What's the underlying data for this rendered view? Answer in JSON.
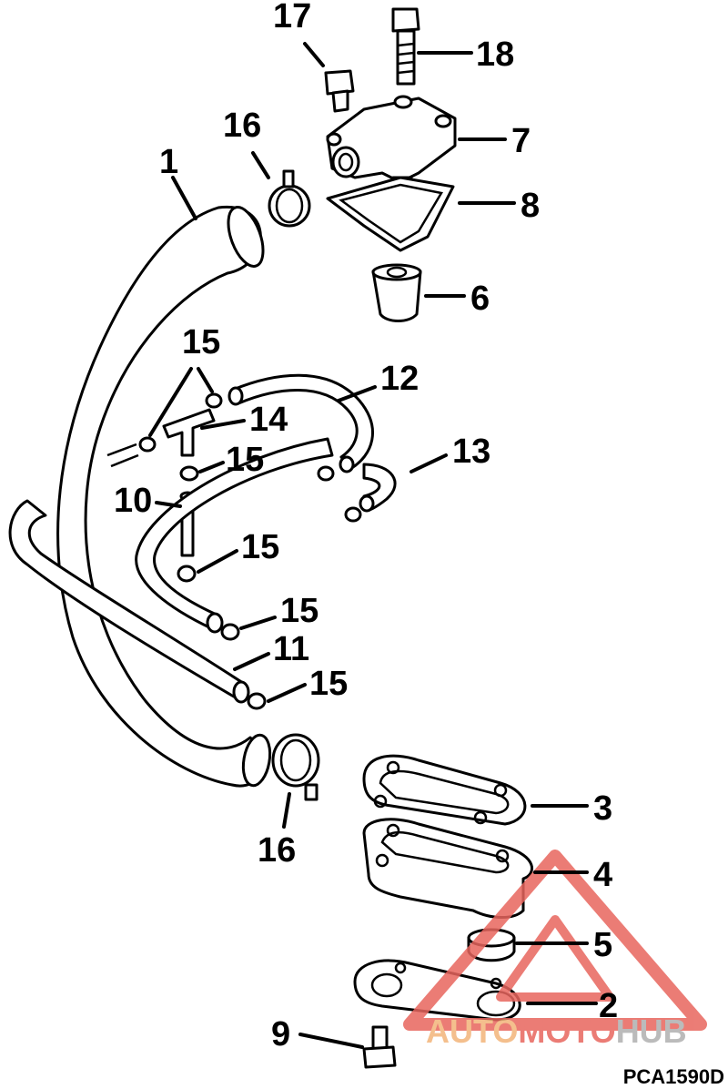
{
  "callouts": [
    "1",
    "2",
    "3",
    "4",
    "5",
    "6",
    "7",
    "8",
    "9",
    "10",
    "11",
    "12",
    "13",
    "14",
    "15",
    "15",
    "15",
    "15",
    "15",
    "16",
    "16",
    "17",
    "18"
  ],
  "drawing_code": "PCA1590D",
  "watermark": {
    "part_a": "AUTO",
    "part_b": "MOTO",
    "part_c": "HUB",
    "color_a": "#f3b57a",
    "color_b": "#e8665e",
    "color_c": "#b0b0b0",
    "triangle_color": "#e8665e"
  }
}
